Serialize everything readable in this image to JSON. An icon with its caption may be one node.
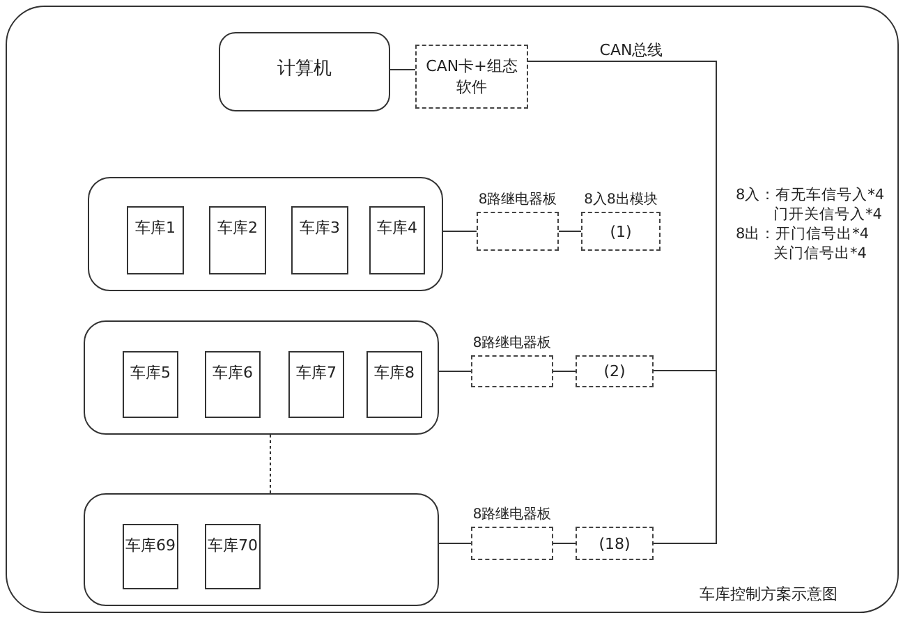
{
  "diagram": {
    "caption": "车库控制方案示意图",
    "nodes": [
      {
        "text": [
          "计算机"
        ]
      },
      {
        "text": [
          "CAN卡+组态软件"
        ]
      },
      {
        "text": [],
        "shape": "box"
      },
      {
        "text": [
          "车库1"
        ],
        "in": 2
      },
      {
        "text": [
          "车库2"
        ],
        "in": 2
      },
      {
        "text": [
          "车库3"
        ],
        "in": 2
      },
      {
        "text": [
          "车库4"
        ],
        "in": 2
      },
      {
        "text": [
          "8路继电器板"
        ]
      },
      {
        "text": [
          "8入8出模块",
          "(1)"
        ]
      },
      {
        "text": [],
        "shape": "box"
      },
      {
        "text": [
          "车库5"
        ],
        "in": 9
      },
      {
        "text": [
          "车库6"
        ],
        "in": 9
      },
      {
        "text": [
          "车库7"
        ],
        "in": 9
      },
      {
        "text": [
          "车库8"
        ],
        "in": 9
      },
      {
        "text": [
          "8路继电器板"
        ]
      },
      {
        "text": [
          "(2)"
        ]
      },
      {
        "text": [],
        "shape": "box"
      },
      {
        "text": [
          "车库69"
        ],
        "in": 16
      },
      {
        "text": [
          "车库70"
        ],
        "in": 16
      },
      {
        "text": [
          "8路继电器板"
        ]
      },
      {
        "text": [
          "(18)"
        ]
      }
    ],
    "edges": [
      {
        "from": 0,
        "to": 1,
        "arrow": "none"
      },
      {
        "from": 1,
        "to": 15,
        "arrow": "none",
        "label": "CAN总线"
      },
      {
        "from": 1,
        "to": 20,
        "arrow": "none"
      },
      {
        "from": 2,
        "to": 7,
        "arrow": "none"
      },
      {
        "from": 7,
        "to": 8,
        "arrow": "none"
      },
      {
        "from": 9,
        "to": 14,
        "arrow": "none"
      },
      {
        "from": 14,
        "to": 15,
        "arrow": "none"
      },
      {
        "from": 16,
        "to": 19,
        "arrow": "none"
      },
      {
        "from": 19,
        "to": 20,
        "arrow": "none"
      },
      {
        "from": 9,
        "to": 16,
        "arrow": "none",
        "style": "dashed"
      }
    ],
    "labels": [
      "8入：有无车信号入*4",
      "门开关信号入*4",
      "8出：开门信号出*4",
      "关门信号出*4"
    ]
  }
}
